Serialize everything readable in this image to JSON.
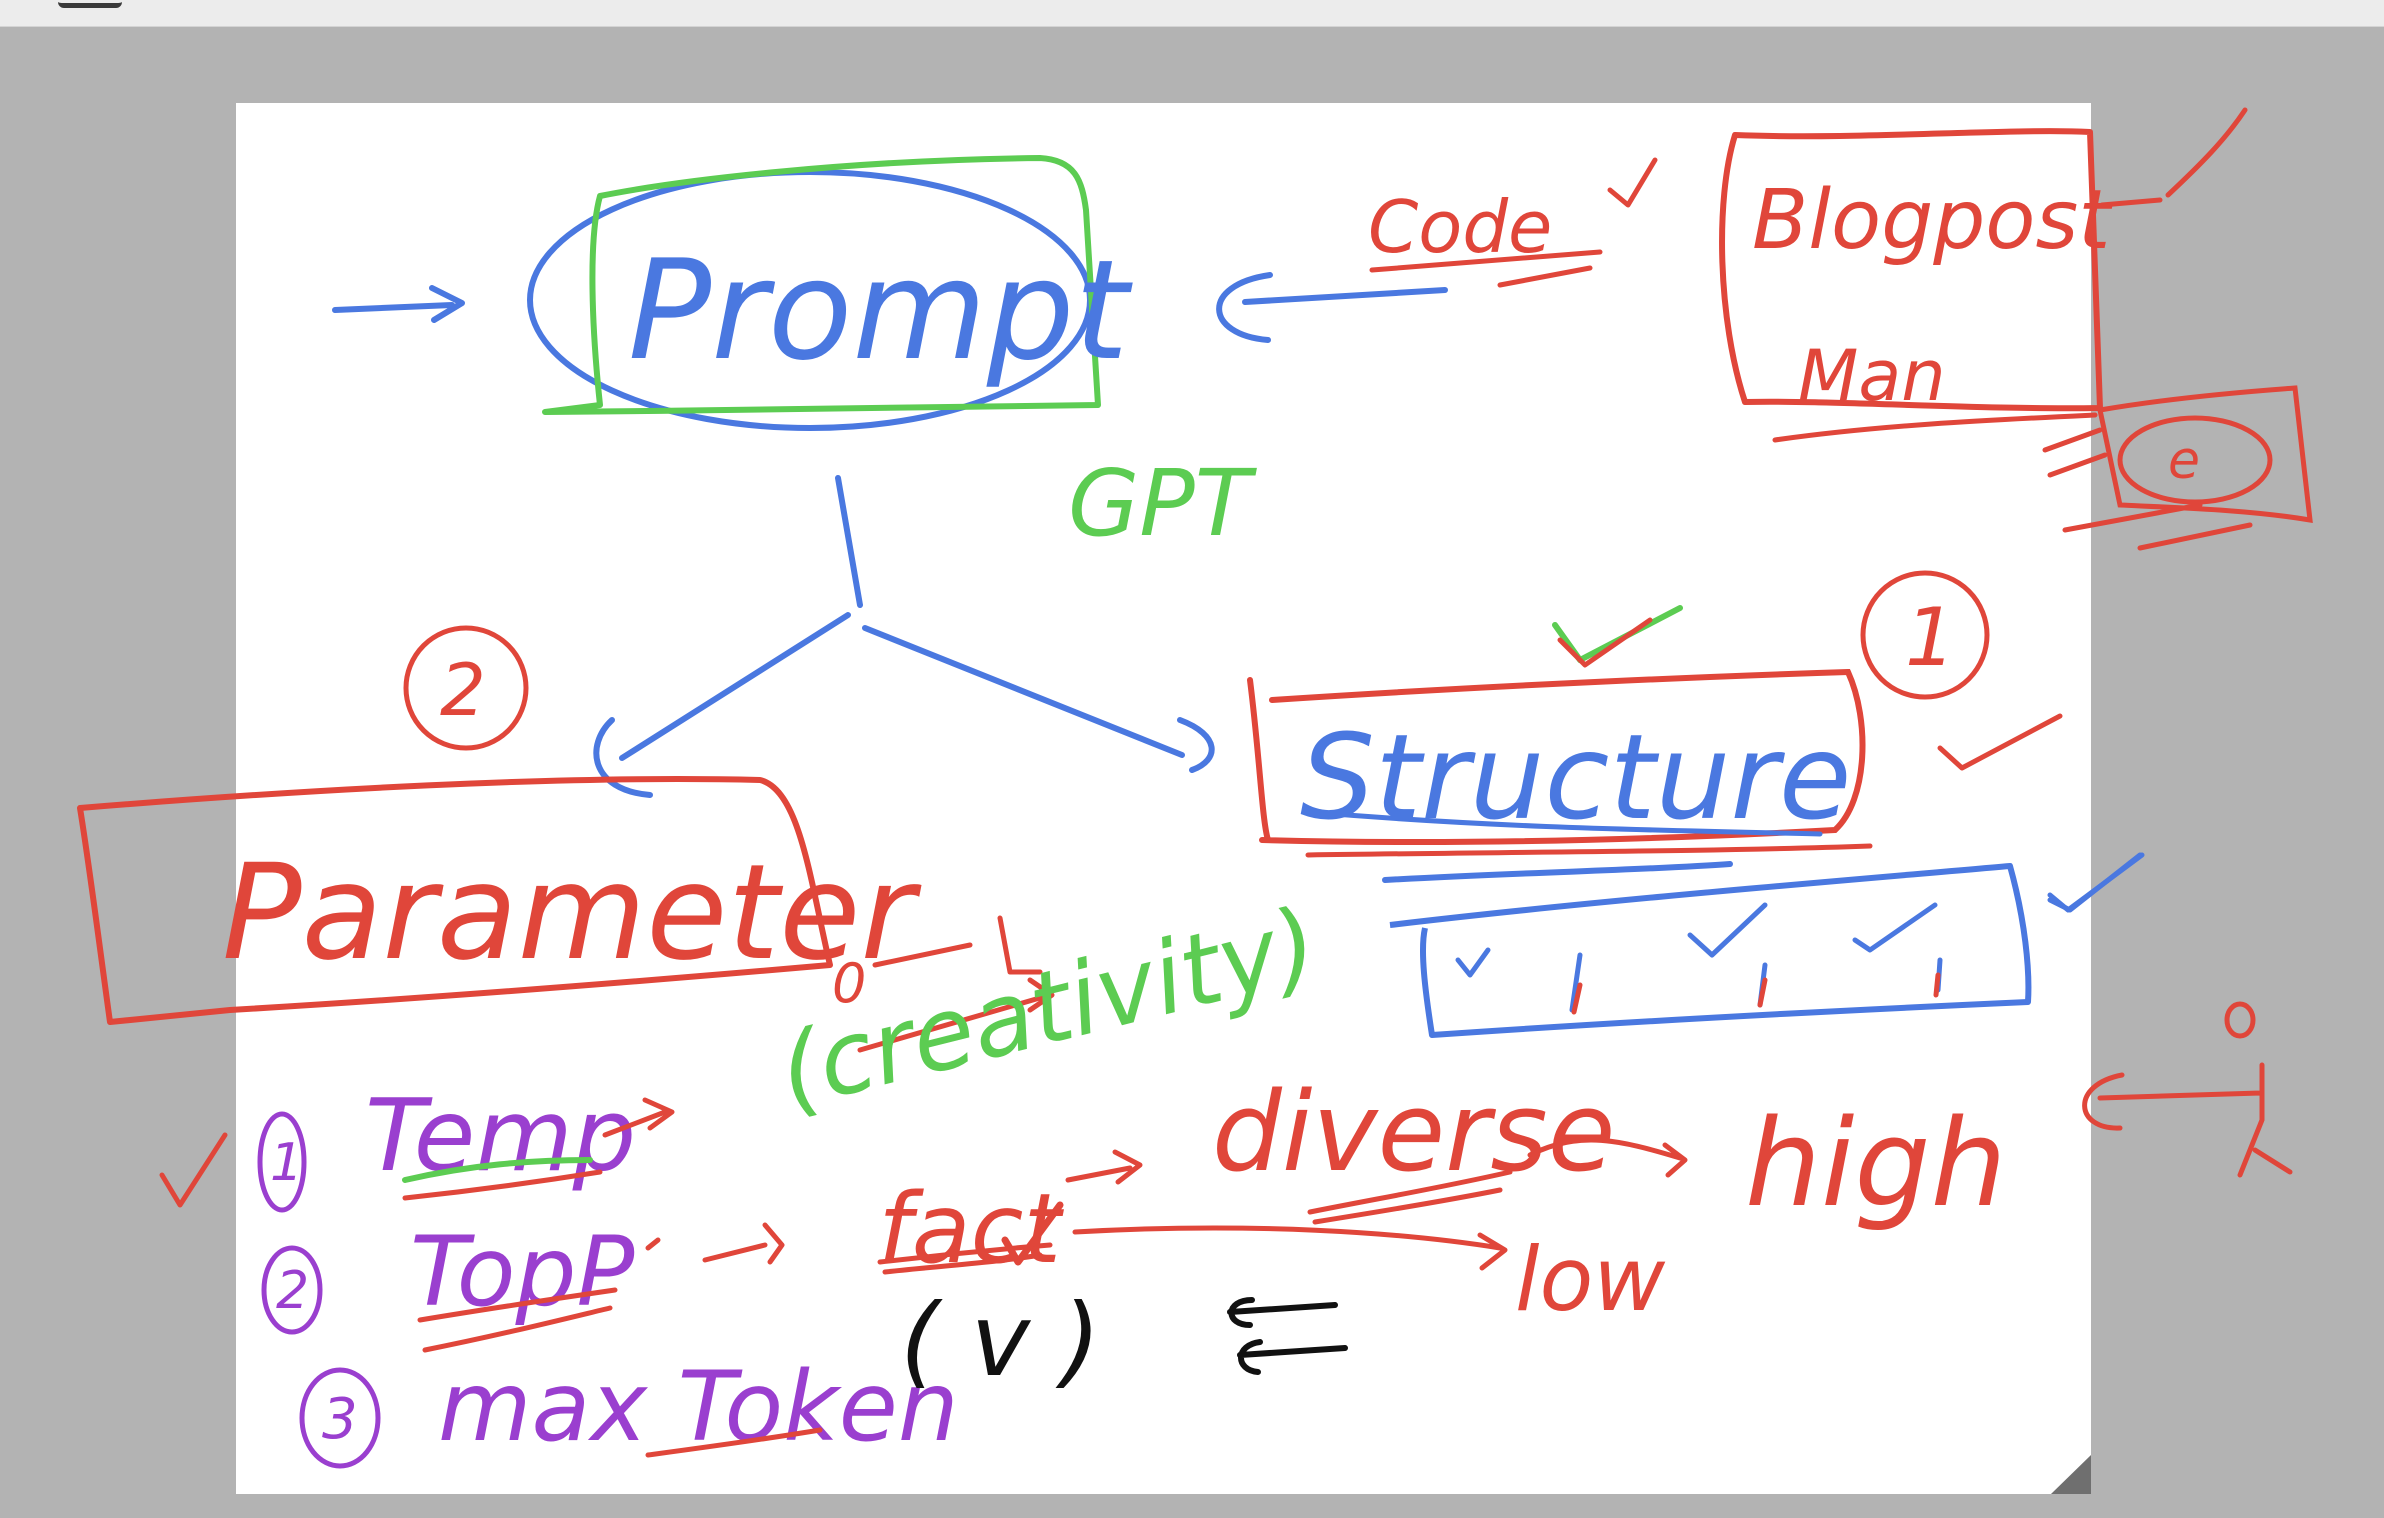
{
  "colors": {
    "background": "#b3b3b3",
    "page": "#ffffff",
    "blue": "#4a78e0",
    "green": "#5ccc52",
    "red": "#e0463a",
    "purple": "#9a3fcf",
    "black": "#111111"
  },
  "labels": {
    "prompt": "Prompt",
    "gpt": "GPT",
    "code": "Code",
    "blogpost": "Blogpost",
    "blog_sub": "Man",
    "circle_1": "1",
    "circle_2": "2",
    "structure": "Structure",
    "parameter": "Parameter",
    "zero": "0",
    "one": "1",
    "creativity": "(creativity)",
    "list_1_num": "1",
    "list_1_word": "Temp",
    "list_2_num": "2",
    "list_2_word": "TopP",
    "list_3_num": "3",
    "list_3_word": "max Token",
    "fact": "fact",
    "diverse": "diverse",
    "high": "high",
    "low": "low",
    "bracket_v": "( v )",
    "side_zero": "0",
    "small_circle": "e"
  }
}
